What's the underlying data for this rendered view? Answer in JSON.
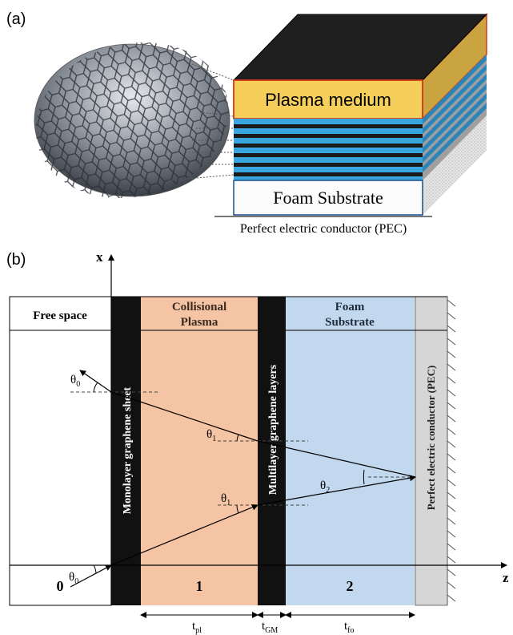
{
  "panel_a": {
    "label": "(a)",
    "plasma_layer_label": "Plasma medium",
    "substrate_label": "Foam Substrate",
    "pec_caption": "Perfect electric conductor (PEC)"
  },
  "panel_b": {
    "label": "(b)",
    "axis_x_label": "x",
    "axis_z_label": "z",
    "header_free_space": "Free space",
    "header_plasma_line1": "Collisional",
    "header_plasma_line2": "Plasma",
    "header_foam_line1": "Foam",
    "header_foam_line2": "Substrate",
    "monolayer_label": "Monolayer graphene sheet",
    "multilayer_label": "Multilayer graphene layers",
    "pec_label": "Perfect electric conductor (PEC)",
    "region_0": "0",
    "region_1": "1",
    "region_2": "2",
    "theta0_upper": "θ",
    "theta0_upper_sub": "0",
    "theta0_lower": "θ",
    "theta0_lower_sub": "0",
    "theta1_upper": "θ",
    "theta1_upper_sub": "1",
    "theta1_lower": "θ",
    "theta1_lower_sub": "1",
    "theta2": "θ",
    "theta2_sub": "2",
    "dim_tpl": "t",
    "dim_tpl_sub": "pl",
    "dim_tgm": "t",
    "dim_tgm_sub": "GM",
    "dim_tfo": "t",
    "dim_tfo_sub": "fo"
  },
  "colors": {
    "plasma_gold": "#f5cf5a",
    "graphene_blue": "#3aa6df",
    "plasma_region": "#f4c4a4",
    "foam_region": "#c2d8ee",
    "pec_region": "#d6d6d6",
    "graphene_black": "#111111"
  }
}
